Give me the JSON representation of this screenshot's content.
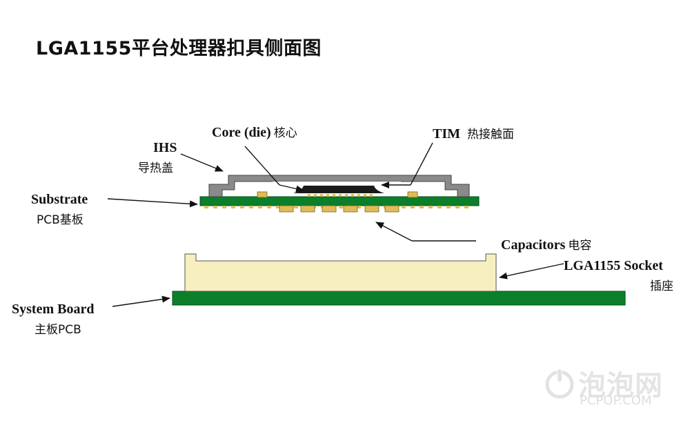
{
  "title": "LGA1155平台处理器扣具侧面图",
  "labels": {
    "core_en": "Core (die)",
    "core_cn": "核心",
    "tim_en": "TIM",
    "tim_cn": "热接触面",
    "ihs_en": "IHS",
    "ihs_cn": "导热盖",
    "substrate_en": "Substrate",
    "substrate_cn": "PCB基板",
    "capacitors_en": "Capacitors",
    "capacitors_cn": "电容",
    "socket_en": "LGA1155 Socket",
    "socket_cn": "插座",
    "board_en": "System Board",
    "board_cn": "主板PCB"
  },
  "watermark": {
    "text": "泡泡网",
    "sub": "PCPOP.COM"
  },
  "colors": {
    "green": "#0b7f2a",
    "ihs_gray": "#8a8a8a",
    "socket_fill": "#f7efbf",
    "die": "#1a1a1a",
    "solder": "#e0bb57"
  },
  "icons": [
    "watermark-logo-icon"
  ]
}
